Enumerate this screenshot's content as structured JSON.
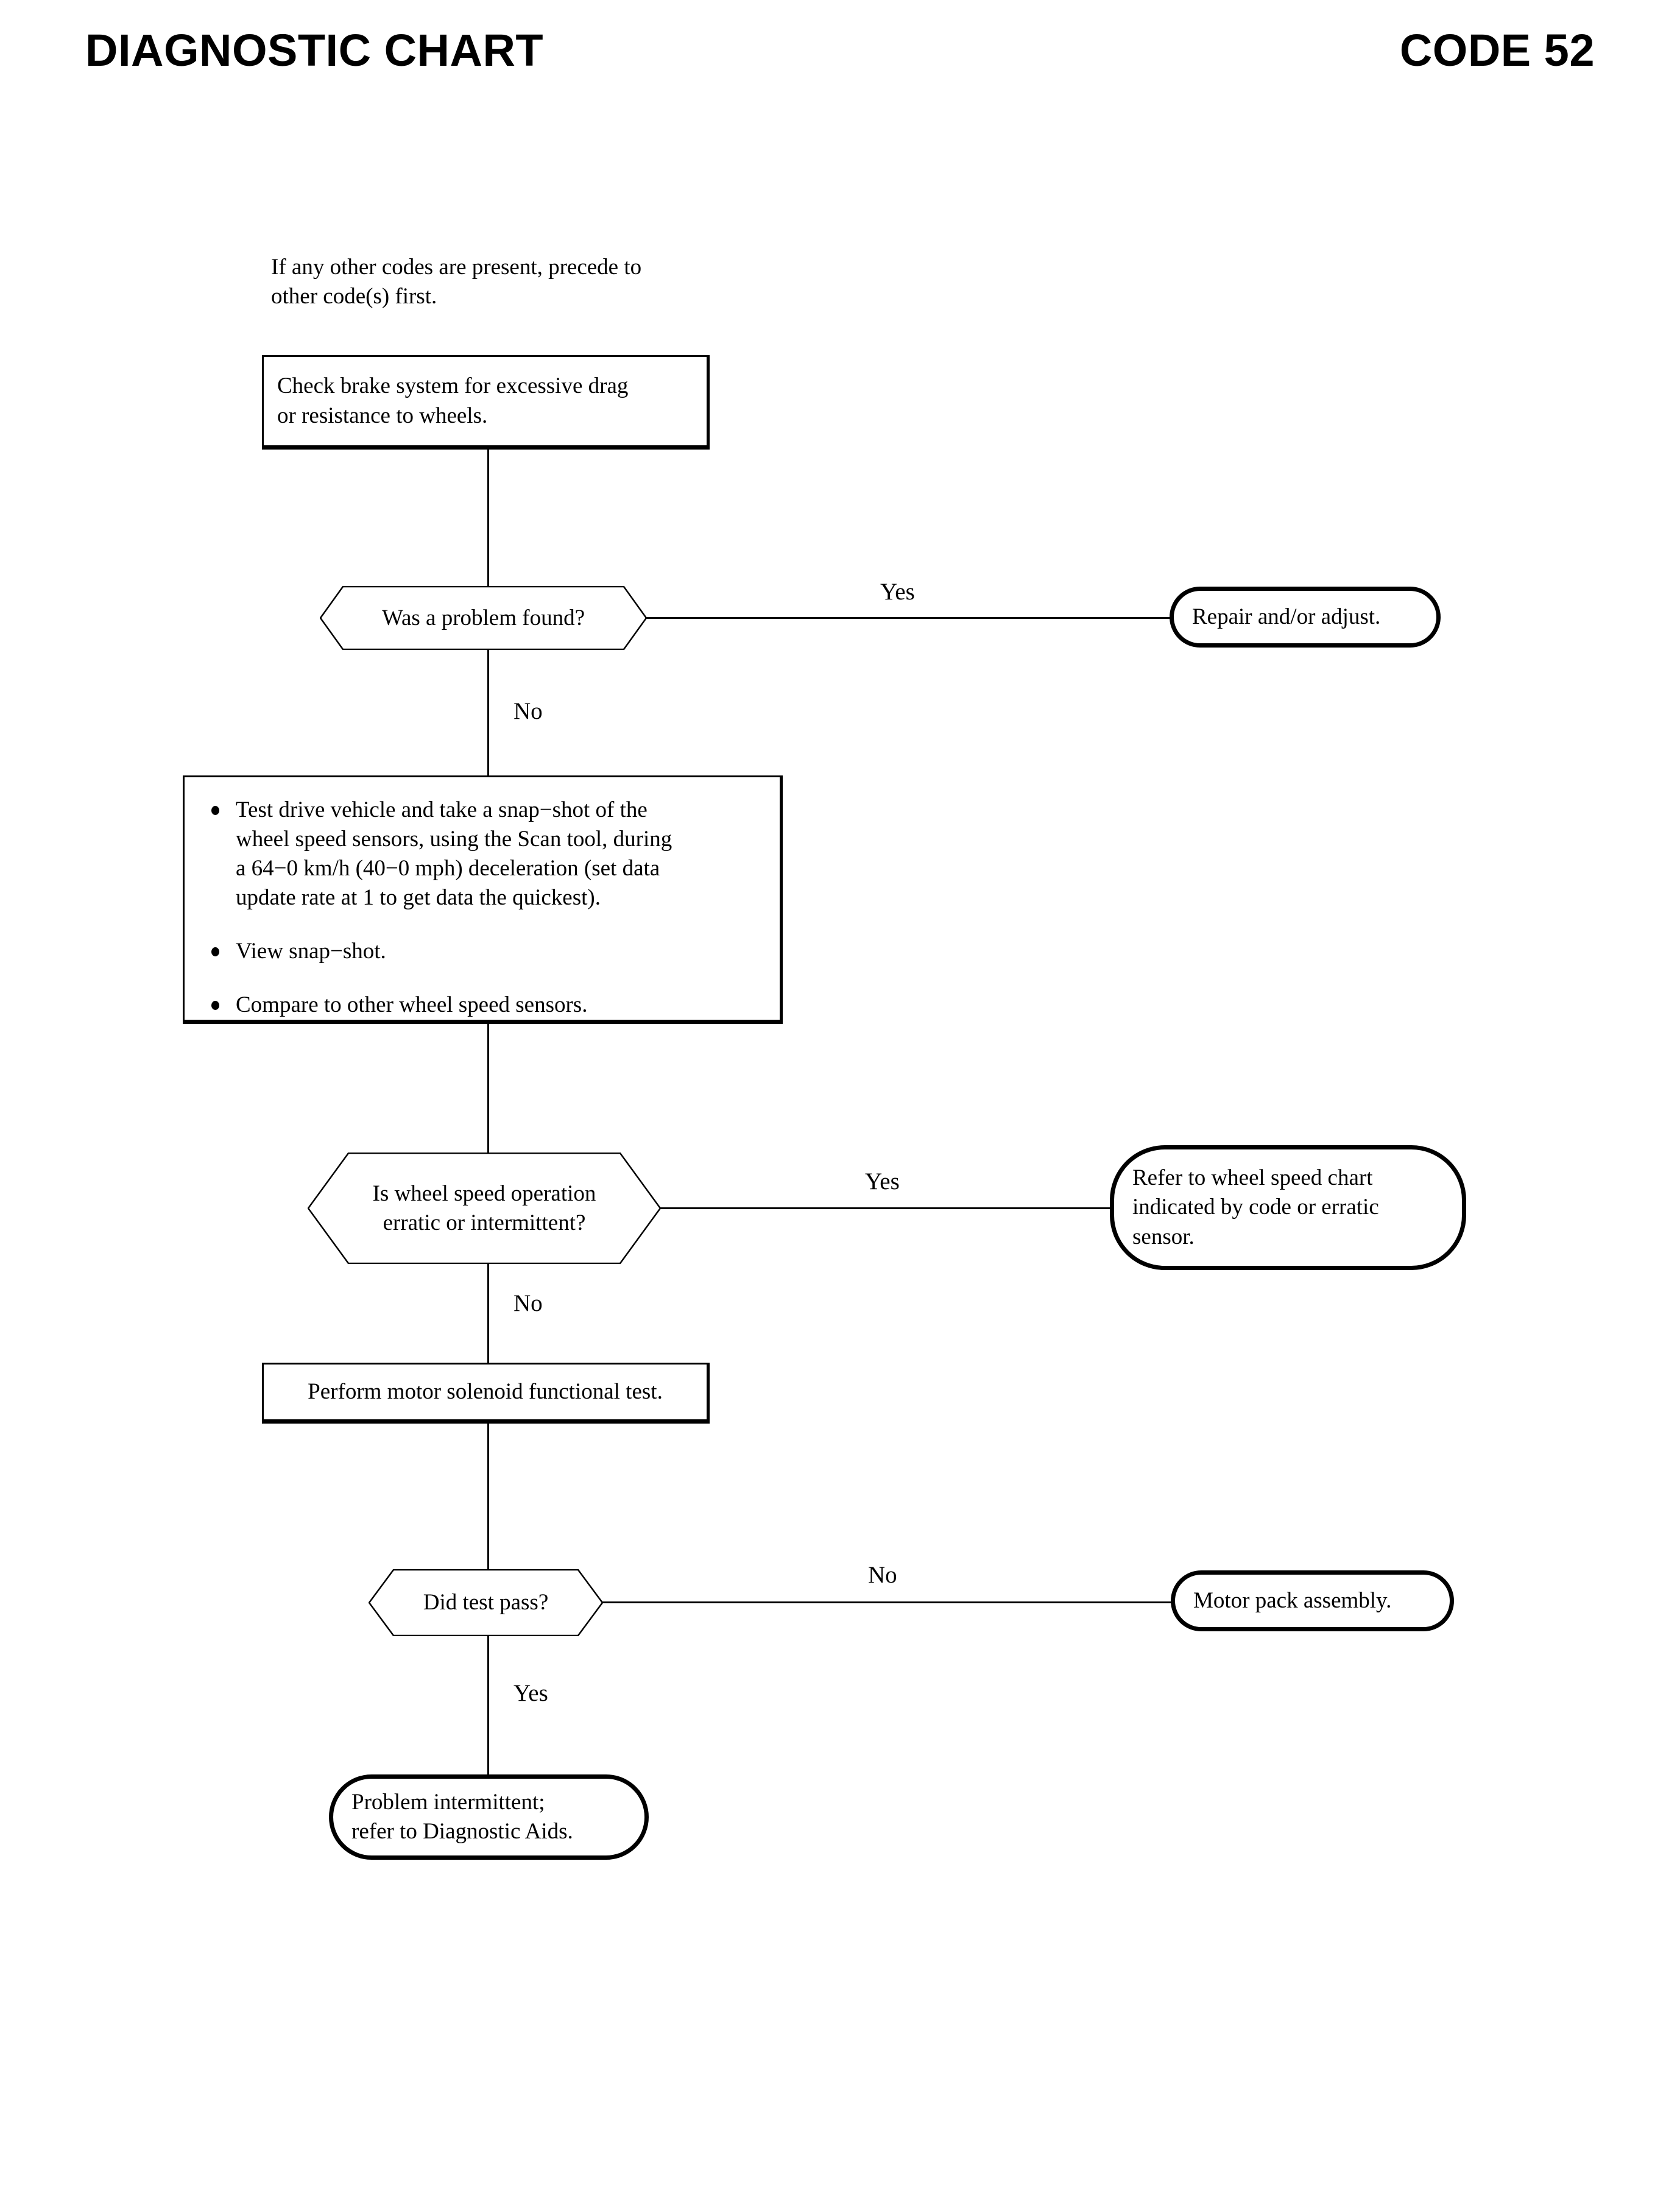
{
  "header": {
    "title": "DIAGNOSTIC CHART",
    "code": "CODE 52"
  },
  "note": "If any other codes are present, precede to\nother code(s) first.",
  "nodes": {
    "check_brake": "Check brake system for excessive drag\nor resistance to wheels.",
    "problem_found": "Was a problem found?",
    "repair_adjust": "Repair and/or adjust.",
    "snapshot_bullets": [
      "Test drive vehicle and take a snap−shot of the\nwheel speed sensors, using the Scan tool, during\na 64−0 km/h (40−0 mph) deceleration (set data\nupdate rate at 1 to get data the quickest).",
      "View snap−shot.",
      "Compare to other wheel speed sensors."
    ],
    "wheel_speed_erratic": "Is wheel speed operation\nerratic or intermittent?",
    "refer_wheel_chart": "Refer to wheel speed chart\nindicated by code or erratic\nsensor.",
    "solenoid_test": "Perform motor solenoid functional test.",
    "did_test_pass": "Did test pass?",
    "motor_pack": "Motor pack assembly.",
    "problem_intermittent": "Problem intermittent;\nrefer to Diagnostic Aids."
  },
  "branch_labels": {
    "problem_found_yes": "Yes",
    "problem_found_no": "No",
    "erratic_yes": "Yes",
    "erratic_no": "No",
    "test_pass_no": "No",
    "test_pass_yes": "Yes"
  },
  "colors": {
    "ink": "#000000",
    "paper": "#ffffff"
  }
}
